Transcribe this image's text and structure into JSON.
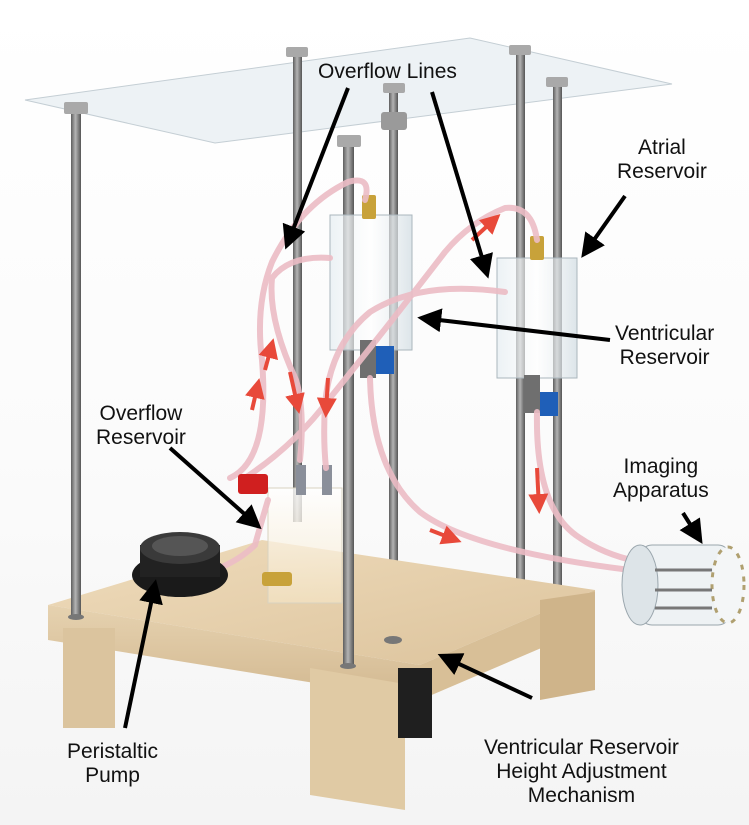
{
  "colors": {
    "background": "#ffffff",
    "wood": "#e8d4b4",
    "rod": "#8a8a8a",
    "tube": "#e8b8c0",
    "flow_arrow": "#e8493a",
    "label_text": "#111111"
  },
  "labels": {
    "overflow_lines": "Overflow Lines",
    "atrial_reservoir": [
      "Atrial",
      "Reservoir"
    ],
    "ventricular_reservoir": [
      "Ventricular",
      "Reservoir"
    ],
    "overflow_reservoir": [
      "Overflow",
      "Reservoir"
    ],
    "imaging_apparatus": [
      "Imaging",
      "Apparatus"
    ],
    "peristaltic_pump": [
      "Peristaltic",
      "Pump"
    ],
    "height_adjustment": [
      "Ventricular Reservoir",
      "Height Adjustment",
      "Mechanism"
    ]
  }
}
